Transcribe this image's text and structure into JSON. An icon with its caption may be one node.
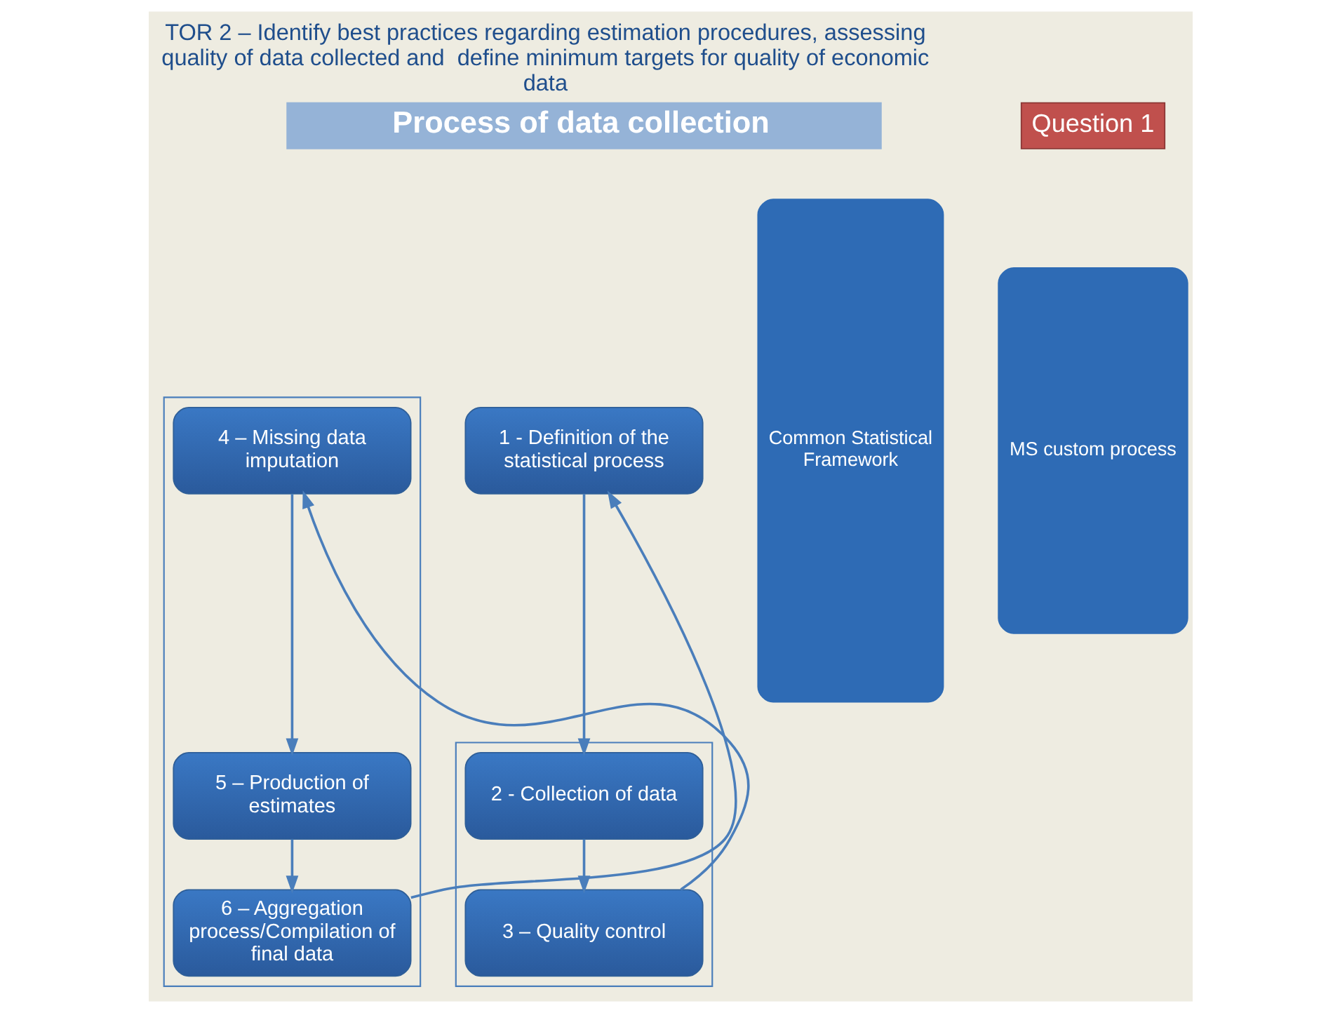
{
  "diagram": {
    "title": "TOR 2 – Identify best practices regarding estimation procedures, assessing quality of data collected and  define minimum targets for quality of economic data",
    "nodes": [
      {
        "text": [
          "Process of data collection"
        ]
      },
      {
        "text": [
          "Question 1"
        ]
      },
      {
        "text": [
          "1 - Definition of the statistical process"
        ]
      },
      {
        "text": [],
        "shape": "box"
      },
      {
        "text": [
          "4 – Missing data imputation"
        ],
        "in": 3
      },
      {
        "text": [
          "Common Statistical Framework"
        ]
      },
      {
        "text": [
          "MS custom process"
        ]
      },
      {
        "text": [],
        "shape": "box"
      },
      {
        "text": [
          "2 - Collection of data"
        ],
        "in": 7
      },
      {
        "text": [
          "3 – Quality control"
        ],
        "in": 7
      },
      {
        "text": [
          "5 – Production of estimates"
        ],
        "in": 3
      },
      {
        "text": [
          "6 – Aggregation process/Compilation of final data"
        ],
        "in": 3
      }
    ],
    "edges": [
      {
        "from": 2,
        "to": 8,
        "arrow": "to"
      },
      {
        "from": 8,
        "to": 9,
        "arrow": "to"
      },
      {
        "from": 9,
        "to": 4,
        "arrow": "to"
      },
      {
        "from": 4,
        "to": 10,
        "arrow": "to"
      },
      {
        "from": 10,
        "to": 11,
        "arrow": "to"
      },
      {
        "from": 11,
        "to": 2,
        "arrow": "to"
      }
    ]
  }
}
